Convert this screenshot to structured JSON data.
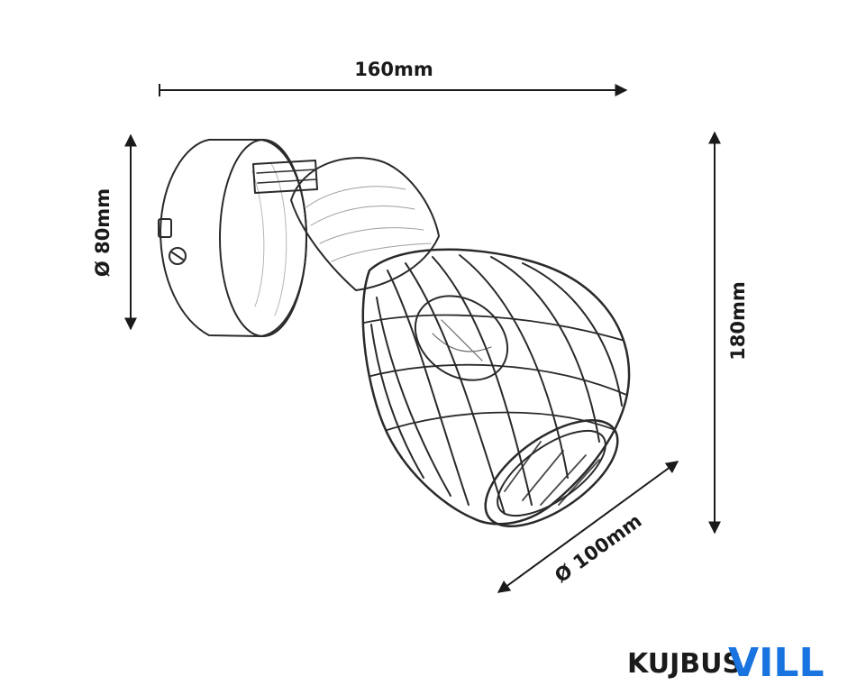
{
  "dimensions": {
    "width": "160mm",
    "height": "180mm",
    "base_diameter": "Ø 80mm",
    "shade_diameter": "Ø 100mm"
  },
  "logo": {
    "part1": "KUJBUS",
    "part2": "VILL",
    "colors": {
      "dark": "#1b1b1b",
      "blue": "#1a74e0"
    }
  }
}
